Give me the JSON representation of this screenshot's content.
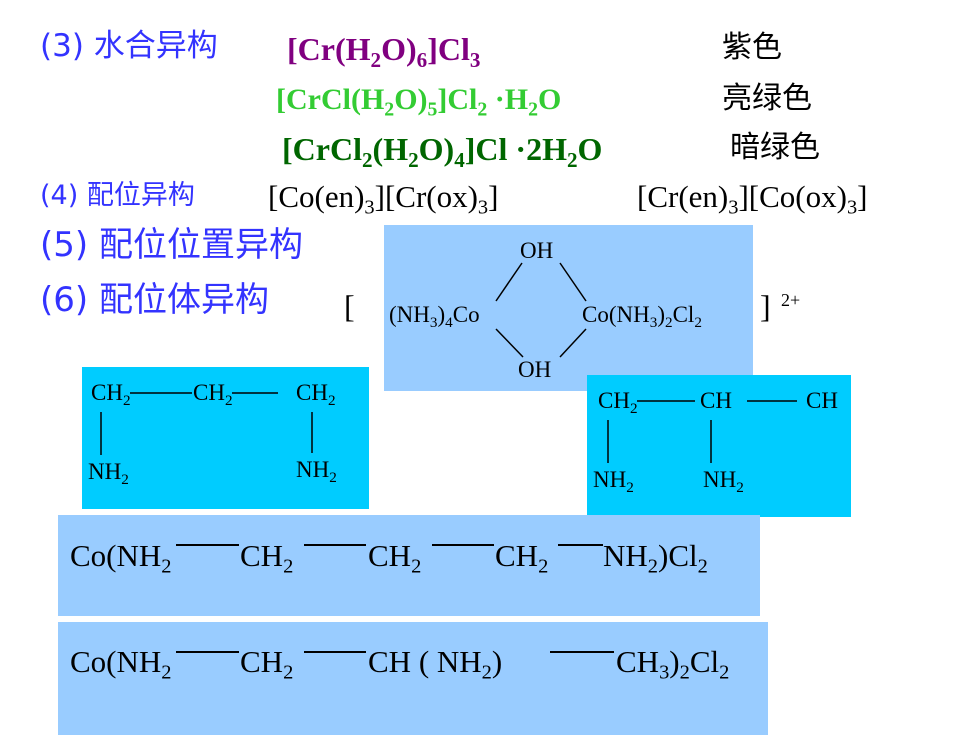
{
  "colors": {
    "heading_blue": "#3333ff",
    "purple": "#800080",
    "bright_green": "#33cc33",
    "dark_green": "#006600",
    "box_light_blue": "#99ccff",
    "box_cyan": "#00ccff"
  },
  "hydrate": {
    "label": "(3) 水合异构",
    "rows": [
      {
        "formula_a": "[Cr(H",
        "s1": "2",
        "formula_b": "O)",
        "s2": "6",
        "formula_c": "]Cl",
        "s3": "3",
        "color_name": "紫色"
      },
      {
        "formula_a": "[CrCl(H",
        "s1": "2",
        "formula_b": "O)",
        "s2": "5",
        "formula_c": "]Cl",
        "s3": "2",
        "formula_d": " ·H",
        "s4": "2",
        "formula_e": "O",
        "color_name": "亮绿色"
      },
      {
        "formula_a": "[CrCl",
        "s1": "2",
        "formula_b": "(H",
        "s2": "2",
        "formula_c": "O)",
        "s3": "4",
        "formula_d": "]Cl ·2H",
        "s4": "2",
        "formula_e": "O",
        "color_name": "暗绿色"
      }
    ]
  },
  "coordination": {
    "label": "(4) 配位异构",
    "left": {
      "a": "[Co(en)",
      "s1": "3",
      "b": "][Cr(ox)",
      "s2": "3",
      "c": "]"
    },
    "right": {
      "a": "[Cr(en)",
      "s1": "3",
      "b": "][Co(ox)",
      "s2": "3",
      "c": "]"
    }
  },
  "position_isomer": {
    "label": "(5) 配位位置异构"
  },
  "ligand_isomer": {
    "label": "(6) 配位体异构",
    "open_bracket": "[",
    "close_bracket": "]",
    "charge": "2+",
    "diagram": {
      "oh_top": "OH",
      "oh_bottom": "OH",
      "left_a": "(NH",
      "left_s1": "3",
      "left_s2": "4",
      "left_b": "Co",
      "right_a": "Co(NH",
      "right_s1": "3",
      "right_s2": "2",
      "right_b": "Cl",
      "right_s3": "2"
    }
  },
  "chain1": {
    "top": [
      {
        "a": "CH",
        "s": "2"
      },
      {
        "a": "CH",
        "s": "2"
      },
      {
        "a": "CH",
        "s": "2"
      }
    ],
    "bottom": [
      {
        "a": "NH",
        "s": "2"
      },
      {
        "a": "NH",
        "s": "2"
      }
    ]
  },
  "chain2": {
    "top": [
      {
        "a": "CH",
        "s": "2"
      },
      {
        "a": "CH",
        "s": ""
      },
      {
        "a": "CH",
        "s": ""
      }
    ],
    "bottom": [
      {
        "a": "NH",
        "s": "2"
      },
      {
        "a": "NH",
        "s": "2"
      }
    ]
  },
  "complex1": {
    "p1": "Co(NH",
    "s1": "2",
    "p2": "CH",
    "s2": "2",
    "p3": "CH",
    "s3": "2",
    "p4": "CH",
    "s4": "2",
    "p5": "NH",
    "s5": "2",
    "p6": ")Cl",
    "s6": "2"
  },
  "complex2": {
    "p1": "Co(NH",
    "s1": "2",
    "p2": "CH",
    "s2": "2",
    "p3": "CH ( NH",
    "s3": "2",
    "p4": ")",
    "p5": "CH",
    "s5": "3",
    "p6": ")",
    "s6": "2",
    "p7": "Cl",
    "s7": "2"
  }
}
